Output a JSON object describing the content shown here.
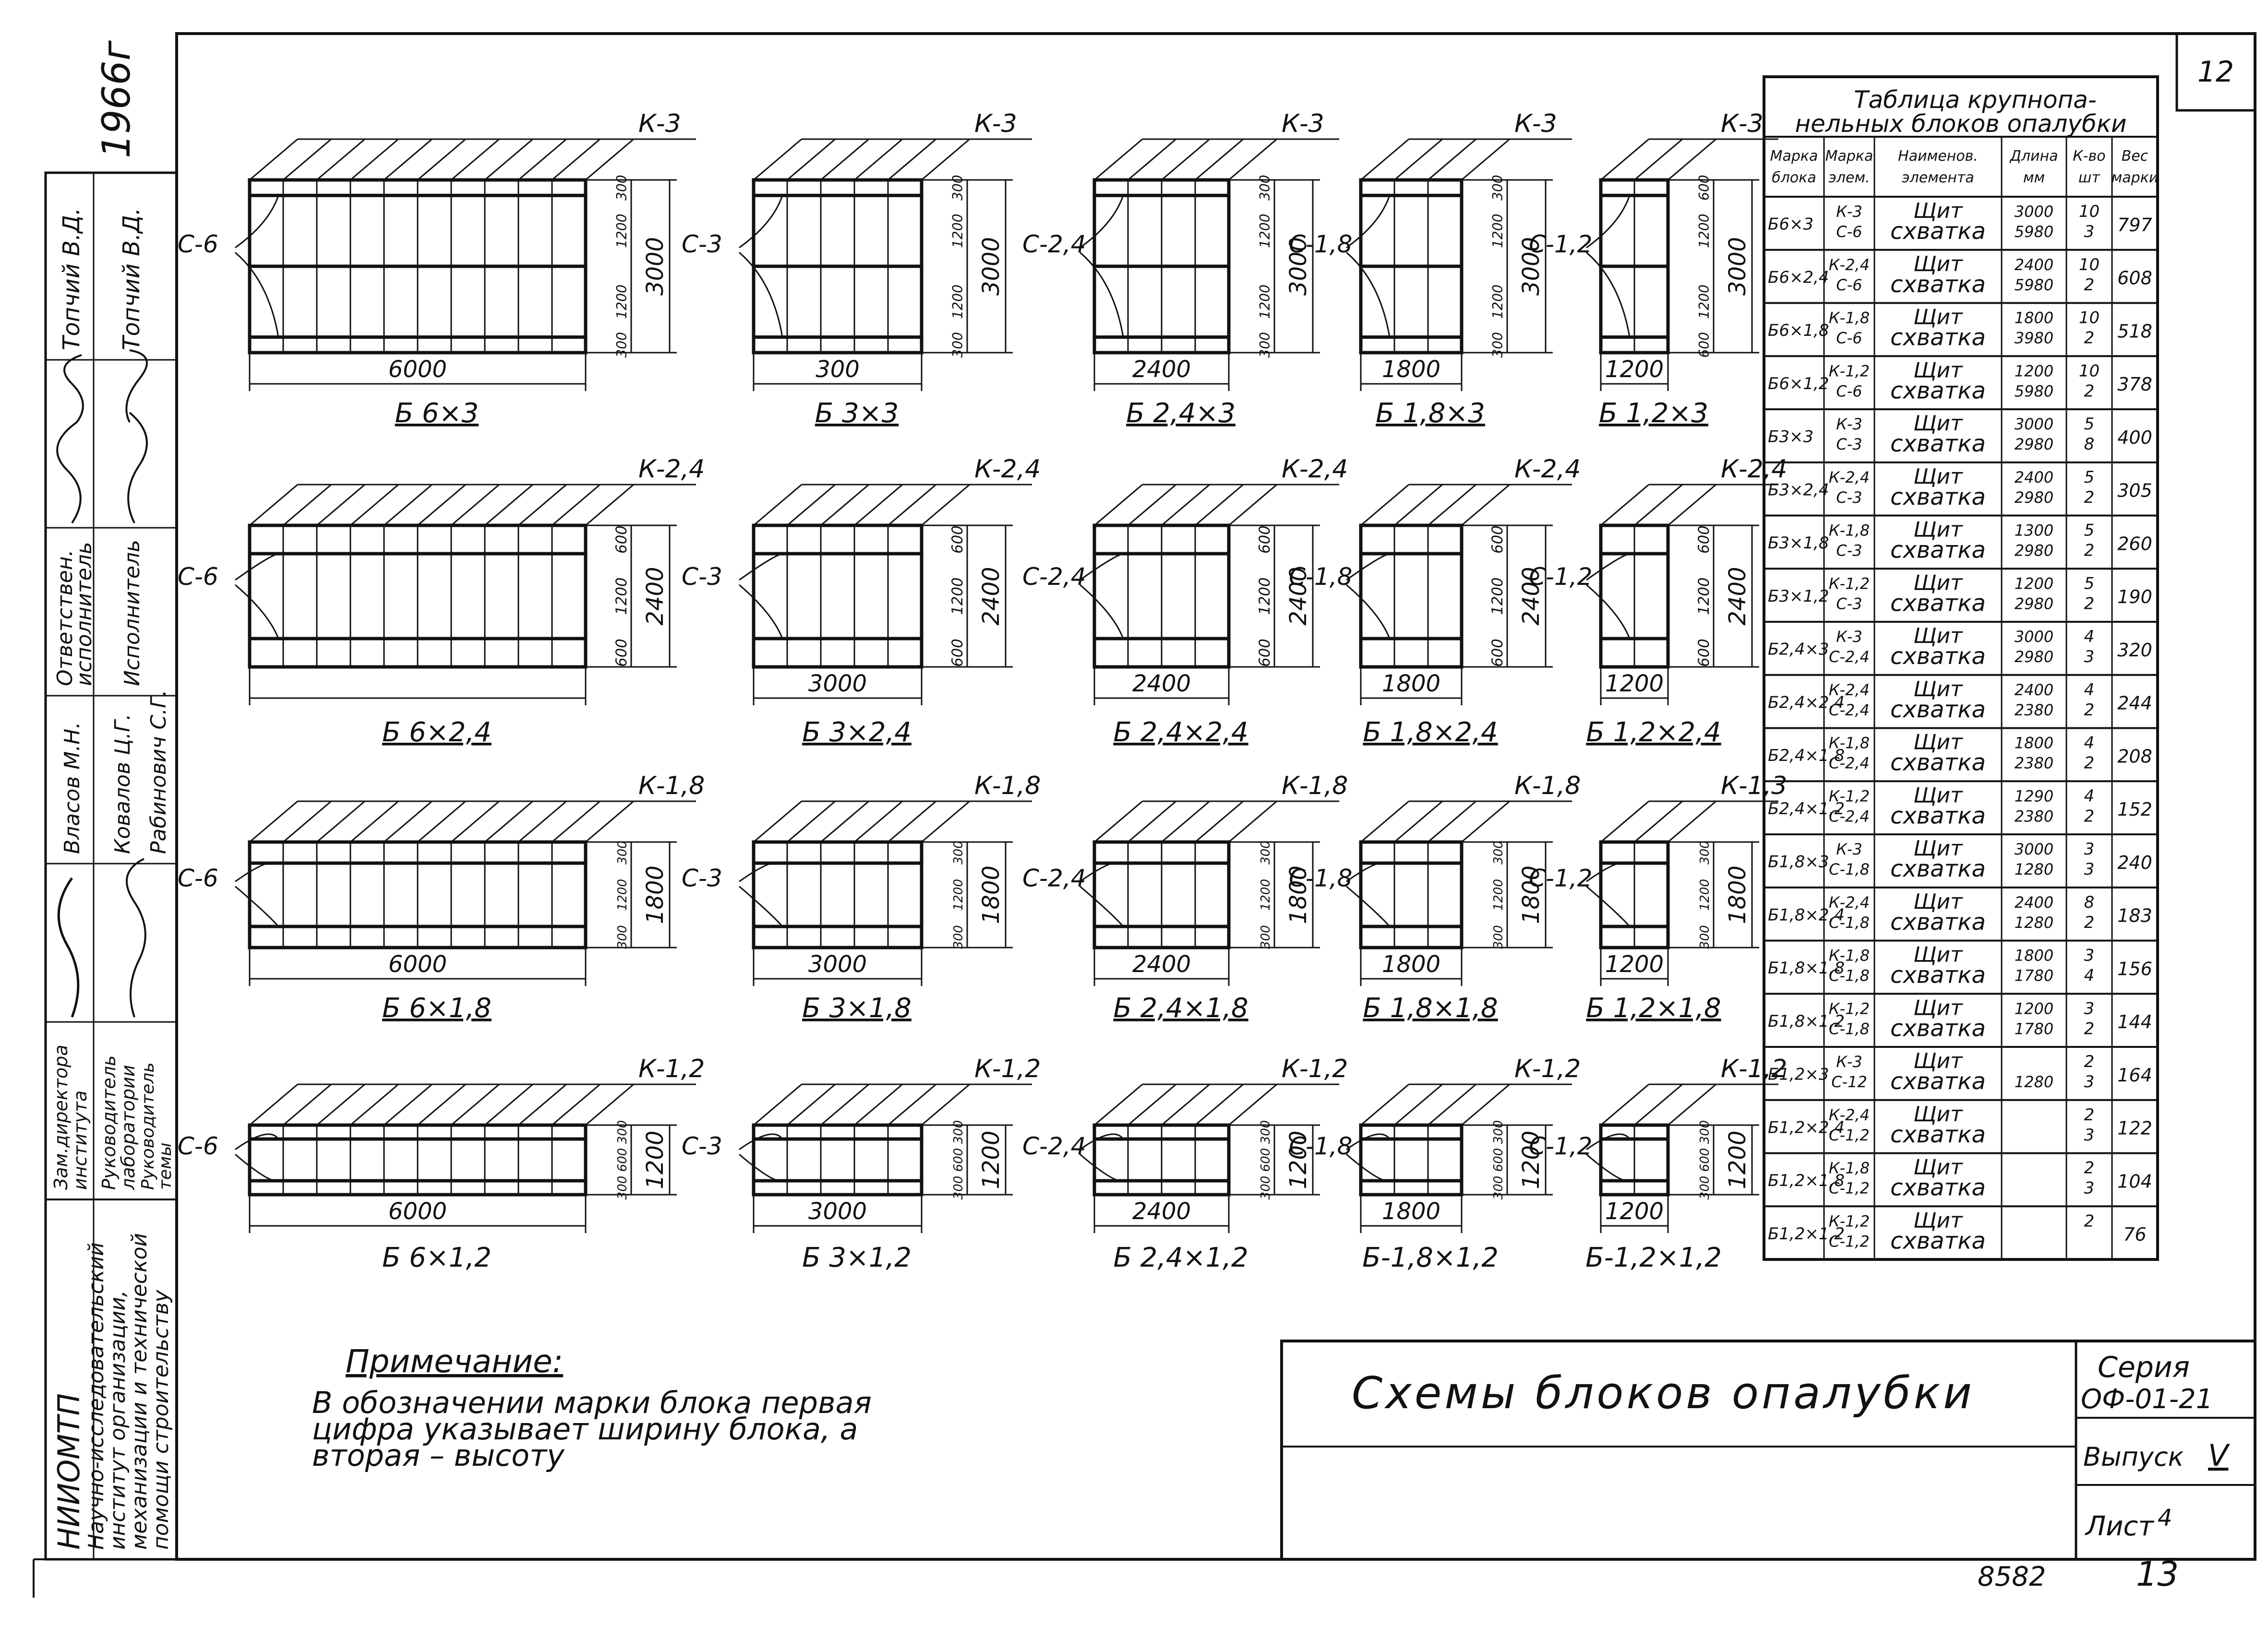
{
  "sheet_number": "12",
  "page_number": "13",
  "archive_number": "8582",
  "side_stamp": {
    "year": "1966г",
    "institute": [
      "НИИОМТП",
      "Научно-исследовательский",
      "институт организации,",
      "механизации и технической",
      "помощи строительству"
    ],
    "roles": [
      {
        "role": [
          "Зам.директора",
          "института"
        ],
        "name": "Власов М.Н."
      },
      {
        "role": [
          "Руководитель",
          "лаборатории"
        ],
        "name": "Ковалов Ц.Г."
      },
      {
        "role": [
          "Руководитель",
          "темы"
        ],
        "name": "Рабинович С.Г."
      },
      {
        "role": [
          "Ответствен.",
          "исполнитель"
        ],
        "name": "Топчий В.Д."
      },
      {
        "role": [
          "Исполнитель"
        ],
        "name": "Топчий В.Д."
      }
    ]
  },
  "blocks": [
    {
      "name": "Б 6×3",
      "k": "К-3",
      "c": "С-6",
      "width": "6000",
      "height": "3000",
      "parts": [
        "300",
        "1200",
        "1200",
        "300"
      ]
    },
    {
      "name": "Б 3×3",
      "k": "К-3",
      "c": "С-3",
      "width": "300",
      "height": "3000",
      "parts": [
        "300",
        "1200",
        "1200",
        "300"
      ]
    },
    {
      "name": "Б 2,4×3",
      "k": "К-3",
      "c": "С-2,4",
      "width": "2400",
      "height": "3000",
      "parts": [
        "300",
        "1200",
        "1200",
        "300"
      ]
    },
    {
      "name": "Б 1,8×3",
      "k": "К-3",
      "c": "С-1,8",
      "width": "1800",
      "height": "3000",
      "parts": [
        "300",
        "1200",
        "1200",
        "300"
      ]
    },
    {
      "name": "Б 1,2×3",
      "k": "К-3",
      "c": "С-1,2",
      "width": "1200",
      "height": "3000",
      "parts": [
        "600",
        "1200",
        "1200",
        "600"
      ]
    },
    {
      "name": "Б 6×2,4",
      "k": "К-2,4",
      "c": "С-6",
      "width": "",
      "height": "2400",
      "parts": [
        "600",
        "1200",
        "600"
      ]
    },
    {
      "name": "Б 3×2,4",
      "k": "К-2,4",
      "c": "С-3",
      "width": "3000",
      "height": "2400",
      "parts": [
        "600",
        "1200",
        "600"
      ]
    },
    {
      "name": "Б 2,4×2,4",
      "k": "К-2,4",
      "c": "С-2,4",
      "width": "2400",
      "height": "2400",
      "parts": [
        "600",
        "1200",
        "600"
      ]
    },
    {
      "name": "Б 1,8×2,4",
      "k": "К-2,4",
      "c": "С-1,8",
      "width": "1800",
      "height": "2400",
      "parts": [
        "600",
        "1200",
        "600"
      ]
    },
    {
      "name": "Б 1,2×2,4",
      "k": "К-2,4",
      "c": "С-1,2",
      "width": "1200",
      "height": "2400",
      "parts": [
        "600",
        "1200",
        "600"
      ]
    },
    {
      "name": "Б 6×1,8",
      "k": "К-1,8",
      "c": "С-6",
      "width": "6000",
      "height": "1800",
      "parts": [
        "300",
        "1200",
        "300"
      ]
    },
    {
      "name": "Б 3×1,8",
      "k": "К-1,8",
      "c": "С-3",
      "width": "3000",
      "height": "1800",
      "parts": [
        "300",
        "1200",
        "300"
      ]
    },
    {
      "name": "Б 2,4×1,8",
      "k": "К-1,8",
      "c": "С-2,4",
      "width": "2400",
      "height": "1800",
      "parts": [
        "300",
        "1200",
        "300"
      ]
    },
    {
      "name": "Б 1,8×1,8",
      "k": "К-1,8",
      "c": "С-1,8",
      "width": "1800",
      "height": "1800",
      "parts": [
        "300",
        "1200",
        "300"
      ]
    },
    {
      "name": "Б 1,2×1,8",
      "k": "К-1,3",
      "c": "С-1,2",
      "width": "1200",
      "height": "1800",
      "parts": [
        "300",
        "1200",
        "300"
      ]
    },
    {
      "name": "Б 6×1,2",
      "k": "К-1,2",
      "c": "С-6",
      "width": "6000",
      "height": "1200",
      "parts": [
        "300",
        "600",
        "300"
      ]
    },
    {
      "name": "Б 3×1,2",
      "k": "К-1,2",
      "c": "С-3",
      "width": "3000",
      "height": "1200",
      "parts": [
        "300",
        "600",
        "300"
      ]
    },
    {
      "name": "Б 2,4×1,2",
      "k": "К-1,2",
      "c": "С-2,4",
      "width": "2400",
      "height": "1200",
      "parts": [
        "300",
        "600",
        "300"
      ]
    },
    {
      "name": "Б-1,8×1,2",
      "k": "К-1,2",
      "c": "С-1,8",
      "width": "1800",
      "height": "1200",
      "parts": [
        "300",
        "600",
        "300"
      ]
    },
    {
      "name": "Б-1,2×1,2",
      "k": "К-1,2",
      "c": "С-1,2",
      "width": "1200",
      "height": "1200",
      "parts": [
        "300",
        "600",
        "300"
      ]
    }
  ],
  "table": {
    "title": [
      "Таблица крупнопа-",
      "нельных блоков опалубки"
    ],
    "headers": [
      [
        "Марка",
        "блока"
      ],
      [
        "Марка",
        "элем."
      ],
      [
        "Наименов.",
        "элемента"
      ],
      [
        "Длина",
        "мм"
      ],
      [
        "К-во",
        "шт"
      ],
      [
        "Вес",
        "марки"
      ]
    ],
    "rows": [
      {
        "mark": "Б6×3",
        "elems": [
          "К-3",
          "С-6"
        ],
        "names": [
          "Щит",
          "схватка"
        ],
        "lengths": [
          "3000",
          "5980"
        ],
        "counts": [
          "10",
          "3"
        ],
        "weight": "797"
      },
      {
        "mark": "Б6×2,4",
        "elems": [
          "К-2,4",
          "С-6"
        ],
        "names": [
          "Щит",
          "схватка"
        ],
        "lengths": [
          "2400",
          "5980"
        ],
        "counts": [
          "10",
          "2"
        ],
        "weight": "608"
      },
      {
        "mark": "Б6×1,8",
        "elems": [
          "К-1,8",
          "С-6"
        ],
        "names": [
          "Щит",
          "схватка"
        ],
        "lengths": [
          "1800",
          "3980"
        ],
        "counts": [
          "10",
          "2"
        ],
        "weight": "518"
      },
      {
        "mark": "Б6×1,2",
        "elems": [
          "К-1,2",
          "С-6"
        ],
        "names": [
          "Щит",
          "схватка"
        ],
        "lengths": [
          "1200",
          "5980"
        ],
        "counts": [
          "10",
          "2"
        ],
        "weight": "378"
      },
      {
        "mark": "Б3×3",
        "elems": [
          "К-3",
          "С-3"
        ],
        "names": [
          "Щит",
          "схватка"
        ],
        "lengths": [
          "3000",
          "2980"
        ],
        "counts": [
          "5",
          "8"
        ],
        "weight": "400"
      },
      {
        "mark": "Б3×2,4",
        "elems": [
          "К-2,4",
          "С-3"
        ],
        "names": [
          "Щит",
          "схватка"
        ],
        "lengths": [
          "2400",
          "2980"
        ],
        "counts": [
          "5",
          "2"
        ],
        "weight": "305"
      },
      {
        "mark": "Б3×1,8",
        "elems": [
          "К-1,8",
          "С-3"
        ],
        "names": [
          "Щит",
          "схватка"
        ],
        "lengths": [
          "1300",
          "2980"
        ],
        "counts": [
          "5",
          "2"
        ],
        "weight": "260"
      },
      {
        "mark": "Б3×1,2",
        "elems": [
          "К-1,2",
          "С-3"
        ],
        "names": [
          "Щит",
          "схватка"
        ],
        "lengths": [
          "1200",
          "2980"
        ],
        "counts": [
          "5",
          "2"
        ],
        "weight": "190"
      },
      {
        "mark": "Б2,4×3",
        "elems": [
          "К-3",
          "С-2,4"
        ],
        "names": [
          "Щит",
          "схватка"
        ],
        "lengths": [
          "3000",
          "2980"
        ],
        "counts": [
          "4",
          "3"
        ],
        "weight": "320"
      },
      {
        "mark": "Б2,4×2,4",
        "elems": [
          "К-2,4",
          "С-2,4"
        ],
        "names": [
          "Щит",
          "схватка"
        ],
        "lengths": [
          "2400",
          "2380"
        ],
        "counts": [
          "4",
          "2"
        ],
        "weight": "244"
      },
      {
        "mark": "Б2,4×1,8",
        "elems": [
          "К-1,8",
          "С-2,4"
        ],
        "names": [
          "Щит",
          "схватка"
        ],
        "lengths": [
          "1800",
          "2380"
        ],
        "counts": [
          "4",
          "2"
        ],
        "weight": "208"
      },
      {
        "mark": "Б2,4×1,2",
        "elems": [
          "К-1,2",
          "С-2,4"
        ],
        "names": [
          "Щит",
          "схватка"
        ],
        "lengths": [
          "1290",
          "2380"
        ],
        "counts": [
          "4",
          "2"
        ],
        "weight": "152"
      },
      {
        "mark": "Б1,8×3",
        "elems": [
          "К-3",
          "С-1,8"
        ],
        "names": [
          "Щит",
          "схватка"
        ],
        "lengths": [
          "3000",
          "1280"
        ],
        "counts": [
          "3",
          "3"
        ],
        "weight": "240"
      },
      {
        "mark": "Б1,8×2,4",
        "elems": [
          "К-2,4",
          "С-1,8"
        ],
        "names": [
          "Щит",
          "схватка"
        ],
        "lengths": [
          "2400",
          "1280"
        ],
        "counts": [
          "8",
          "2"
        ],
        "weight": "183"
      },
      {
        "mark": "Б1,8×1,8",
        "elems": [
          "К-1,8",
          "С-1,8"
        ],
        "names": [
          "Щит",
          "схватка"
        ],
        "lengths": [
          "1800",
          "1780"
        ],
        "counts": [
          "3",
          "4"
        ],
        "weight": "156"
      },
      {
        "mark": "Б1,8×1,2",
        "elems": [
          "К-1,2",
          "С-1,8"
        ],
        "names": [
          "Щит",
          "схватка"
        ],
        "lengths": [
          "1200",
          "1780"
        ],
        "counts": [
          "3",
          "2"
        ],
        "weight": "144"
      },
      {
        "mark": "Б1,2×3",
        "elems": [
          "К-3",
          "С-12"
        ],
        "names": [
          "Щит",
          "схватка"
        ],
        "lengths": [
          "",
          "1280"
        ],
        "counts": [
          "2",
          "3"
        ],
        "weight": "164"
      },
      {
        "mark": "Б1,2×2,4",
        "elems": [
          "К-2,4",
          "С-1,2"
        ],
        "names": [
          "Щит",
          "схватка"
        ],
        "lengths": [
          "",
          ""
        ],
        "counts": [
          "2",
          "3"
        ],
        "weight": "122"
      },
      {
        "mark": "Б1,2×1,8",
        "elems": [
          "К-1,8",
          "С-1,2"
        ],
        "names": [
          "Щит",
          "схватка"
        ],
        "lengths": [
          "",
          ""
        ],
        "counts": [
          "2",
          "3"
        ],
        "weight": "104"
      },
      {
        "mark": "Б1,2×1,2",
        "elems": [
          "К-1,2",
          "С-1,2"
        ],
        "names": [
          "Щит",
          "схватка"
        ],
        "lengths": [
          "",
          ""
        ],
        "counts": [
          "2",
          ""
        ],
        "weight": "76"
      }
    ]
  },
  "note": {
    "title": "Примечание:",
    "lines": [
      "В обозначении марки блока первая",
      "цифра указывает ширину блока, а",
      "вторая – высоту"
    ]
  },
  "title_block": {
    "title": "Схемы блоков опалубки",
    "series_label": "Серия",
    "series_code": "ОФ-01-21",
    "issue_label": "Выпуск",
    "issue_value": "V",
    "sheet_label": "Лист",
    "sheet_value": "4"
  }
}
